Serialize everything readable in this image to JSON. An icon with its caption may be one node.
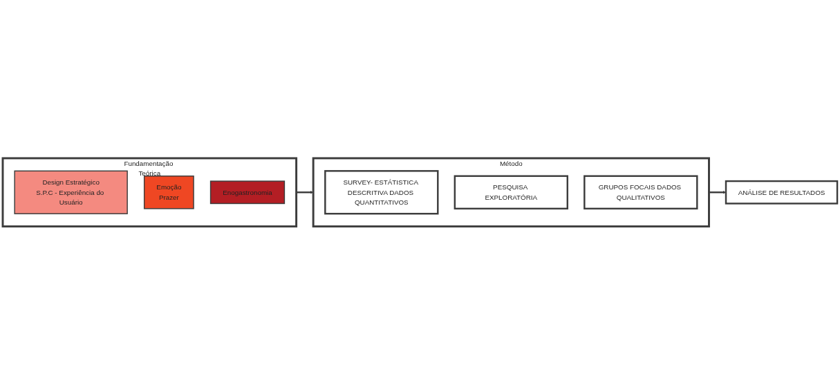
{
  "diagram": {
    "nodes": [
      {
        "text": [
          "Fundamentação Teórica"
        ]
      },
      {
        "text": [
          "Design Estratégico",
          "S.P.C - Experiência do Usuário"
        ],
        "in": 0
      },
      {
        "text": [
          "Emoção",
          "Prazer"
        ],
        "in": 0
      },
      {
        "text": [
          "Enogastronomia"
        ],
        "in": 0
      },
      {
        "text": [
          "Método"
        ]
      },
      {
        "text": [
          "SURVEY- ESTÁTISTICA DESCRITIVA DADOS QUANTITATIVOS"
        ],
        "in": 4
      },
      {
        "text": [
          "PESQUISA EXPLORATÓRIA"
        ],
        "in": 4
      },
      {
        "text": [
          "GRUPOS FOCAIS DADOS QUALITATIVOS"
        ],
        "in": 4
      },
      {
        "text": [
          "ANÁLISE DE RESULTADOS"
        ]
      }
    ],
    "edges": [
      {
        "from": 0,
        "to": 4,
        "arrow": "to"
      },
      {
        "from": 4,
        "to": 8,
        "arrow": "to"
      }
    ]
  }
}
